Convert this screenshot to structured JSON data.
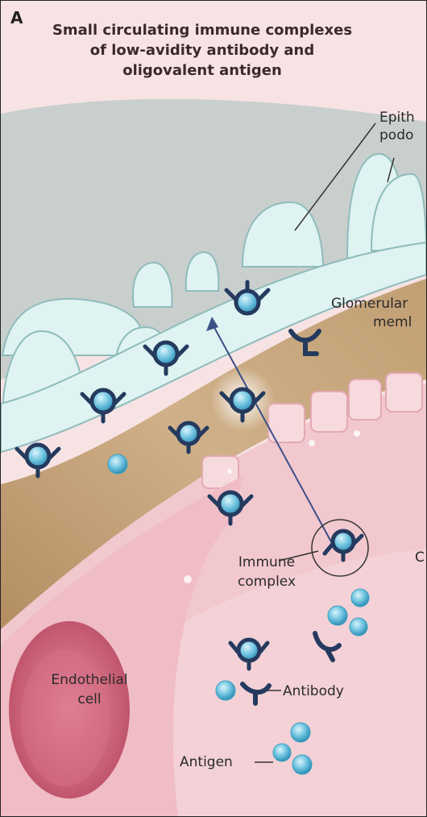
{
  "panel": {
    "letter": "A",
    "title": "Small circulating immune complexes of low-avidity antibody and oligovalent antigen"
  },
  "labels": {
    "epithelial": "Epith",
    "podocyte": "podo",
    "glomerular": "Glomerular",
    "membrane": "meml",
    "immune_complex_line1": "Immune",
    "immune_complex_line2": "complex",
    "endothelial_line1": "Endothelial",
    "endothelial_line2": "cell",
    "antibody": "Antibody",
    "antigen": "Antigen",
    "cutoff_c": "C"
  },
  "colors": {
    "background": "#f7e3e4",
    "podocyte_zone": "#c9cfcd",
    "podocyte_fill": "#dff3f2",
    "gbm": "#c9a77e",
    "endothelium": "#f2c8cf",
    "antigen": "#6fc3e0",
    "antibody": "#243a5e"
  }
}
